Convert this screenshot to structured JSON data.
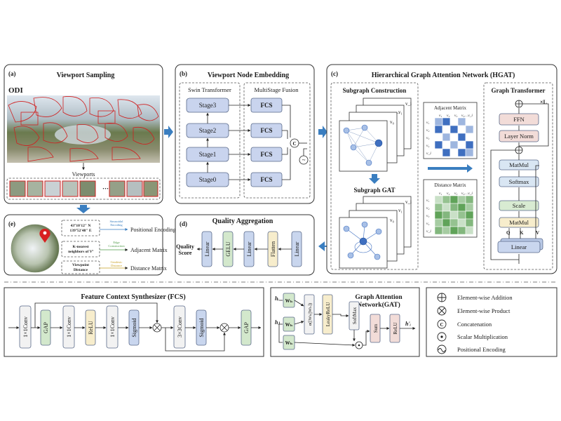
{
  "colors": {
    "stage": "#c9d4ee",
    "fcs": "#c9d4ee",
    "linear": "#c9d6ee",
    "gelu": "#d3e8cc",
    "flatten": "#f7edcc",
    "arrow": "#3a7ec0",
    "matrix_blue": "#3f6fc0",
    "matrix_green": "#4f9a48"
  },
  "panel_a": {
    "label": "(a)",
    "title": "Viewport Sampling",
    "odi": "ODI",
    "viewports": "Viewports",
    "ellipsis": "···"
  },
  "panel_b": {
    "label": "(b)",
    "title": "Viewport Node Embedding",
    "swin": "Swin Transformer",
    "msf": "MultiStage Fusion",
    "stages": [
      "Stage3",
      "Stage2",
      "Stage1",
      "Stage0"
    ],
    "fcs": "FCS",
    "concat": "C",
    "pos": "~"
  },
  "panel_c": {
    "label": "(c)",
    "title": "Hierarchical Graph Attention Network (HGAT)",
    "subgraph_construction": "Subgraph Construction",
    "subgraph_gat": "Subgraph GAT",
    "adj_title": "Adjacent Matrix",
    "dist_title": "Distance Matrix",
    "mat_cols": [
      "v₁",
      "v₂",
      "v₃",
      "v₄…v_i"
    ],
    "mat_rows": [
      "v₁",
      "v₂",
      "v₃",
      "v₄",
      "v_i"
    ],
    "nodes": [
      "v_i",
      "v₁",
      "v₀",
      "v_i",
      "v₁",
      "v₀"
    ],
    "dots": "...",
    "gt_title": "Graph Transformer",
    "times_l": "×L",
    "ffn": "FFN",
    "layer_norm": "Layer Norm",
    "matmul": "MatMul",
    "softmax": "Softmax",
    "scale": "Scale",
    "linear": "Linear",
    "q": "Q",
    "k": "K",
    "v": "V"
  },
  "panel_d": {
    "label": "(d)",
    "title": "Quality Aggregation",
    "quality_score": "Quality Score",
    "blocks": [
      "Linear",
      "GELU",
      "Linear",
      "Flatten",
      "Linear"
    ]
  },
  "panel_e": {
    "label": "(e)",
    "coord": "43°10'12\" N\n139°52'48\" E",
    "knn": "K-nearest\nneighbors of Vⁱ",
    "vd": "Viewpoint\nDistance",
    "sin": "Sinusoidal\nEncoding",
    "edge": "Edge\nConstruction",
    "geo": "Geodesic\nDistance",
    "out_pe": "Positional Encoding",
    "out_adj": "Adjacent Matrix",
    "out_dist": "Distance Matrix"
  },
  "fcs_panel": {
    "title": "Feature Context Synthesizer (FCS)",
    "blocks": [
      "1×1Conv",
      "GAP",
      "1×1Conv",
      "ReLU",
      "Sigmoid",
      "3×3Conv",
      "Sigmoid",
      "GAP"
    ]
  },
  "gat_panel": {
    "title": "Graph Attention\nNetwork(GAT)",
    "hi": "hᵢ",
    "hj": "hⱼ",
    "wh": "Wₕ",
    "alpha": "α([Wₕ||Wₕ])",
    "leaky": "LeakyReLU",
    "softmax": "SoftMax",
    "sum": "Sum",
    "relu": "ReLU",
    "out": "h'ᵢ"
  },
  "legend": {
    "items": [
      "Element-wise Addition",
      "Element-wise Product",
      "Concatenation",
      "Scalar Multiplication",
      "Positional Encoding"
    ],
    "concat_symbol": "C"
  }
}
